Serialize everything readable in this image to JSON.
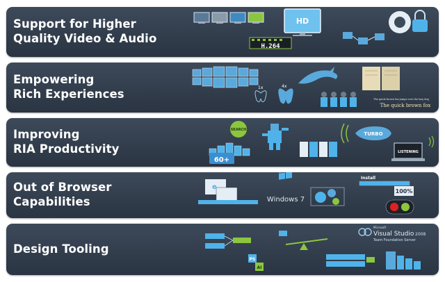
{
  "panels": [
    {
      "title": "Support for Higher\nQuality Video & Audio",
      "hd_label": "HD",
      "codec_label": "H.264"
    },
    {
      "title": "Empowering\nRich Experiences",
      "zoom_1x": "1x",
      "zoom_4x": "4x",
      "font_sample_small": "The quick brown fox jumps over the lazy dog",
      "font_sample_large": "The quick brown fox"
    },
    {
      "title": "Improving\nRIA Productivity",
      "search_badge": "SEARCH",
      "controls_count": "60+",
      "turbo_label": "TURBO",
      "listening_label": "LISTENING"
    },
    {
      "title": "Out of Browser\nCapabilities",
      "windows_label": "Windows 7",
      "install_label": "Install",
      "progress_label": "100%",
      "progress_value": 1.0
    },
    {
      "title": "Design Tooling",
      "vs_brand": "Microsoft",
      "vs_title": "Visual Studio",
      "vs_year": "2008",
      "vs_sub": "Team Foundation Server",
      "ps_label": "PS",
      "ai_label": "AI"
    }
  ],
  "colors": {
    "panel_top": "#3d4a5a",
    "panel_bottom": "#2a3442",
    "accent_blue": "#4fb3ea",
    "accent_green": "#8cc63f",
    "alert_red": "#e02020"
  },
  "icons": [
    "tv-icon",
    "film-icon",
    "lock-icon",
    "speaker-icon",
    "butterfly-icon",
    "dolphin-icon",
    "robot-icon",
    "microphone-icon",
    "windows-logo-icon",
    "gear-icon",
    "record-icon"
  ]
}
